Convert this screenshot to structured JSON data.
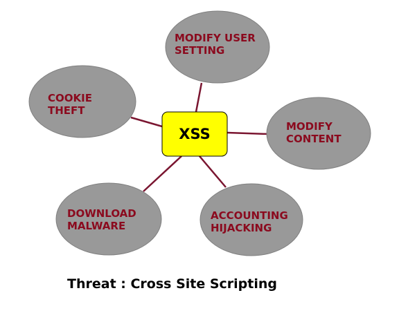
{
  "diagram": {
    "center": {
      "label": "XSS",
      "fill": "#ffff00"
    },
    "nodes": [
      {
        "id": "modify-user-setting",
        "lines": [
          "MODIFY USER",
          "SETTING"
        ]
      },
      {
        "id": "cookie-theft",
        "lines": [
          "COOKIE",
          "THEFT"
        ]
      },
      {
        "id": "modify-content",
        "lines": [
          "MODIFY",
          "CONTENT"
        ]
      },
      {
        "id": "download-malware",
        "lines": [
          "DOWNLOAD",
          "MALWARE"
        ]
      },
      {
        "id": "accounting-hijacking",
        "lines": [
          "ACCOUNTING",
          "HIJACKING"
        ]
      }
    ],
    "node_color": "#999999",
    "label_color": "#8b0a1e",
    "edge_color": "#7a1530"
  },
  "caption": "Threat : Cross Site Scripting"
}
